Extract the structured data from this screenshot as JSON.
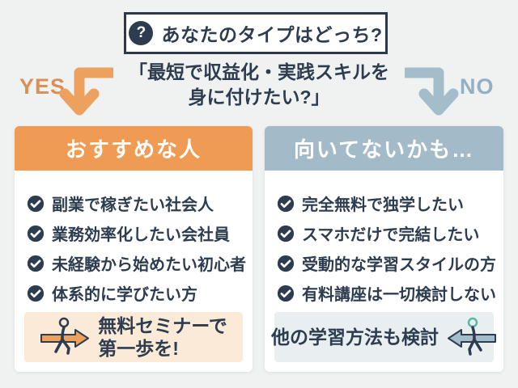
{
  "background_color": "#eff2f1",
  "accent_colors": {
    "navy_text": "#2d3c4e",
    "orange_header": "#f09b53",
    "orange_arrow": "#eca15e",
    "orange_label": "#dd8e55",
    "peach_footer_bg": "#fcead8",
    "bluegray_header": "#a3bbc9",
    "bluegray_arrow": "#a4bdca",
    "bluegray_label": "#92afc4",
    "gray_footer_bg": "#e9eef0",
    "teal_head_outline": "#58b7a8"
  },
  "title_box": {
    "icon": "question-mark-icon",
    "icon_glyph": "?",
    "text": "あなたのタイプはどっち?"
  },
  "question": {
    "line1": "「最短で収益化・実践スキルを",
    "line2": "身に付けたい?」"
  },
  "branch_yes": {
    "label": "YES",
    "arrow_icon": "elbow-arrow-down-left-icon"
  },
  "branch_no": {
    "label": "NO",
    "arrow_icon": "elbow-arrow-down-right-icon"
  },
  "cards": [
    {
      "header": "おすすめな人",
      "item_icon": "check-circle-icon",
      "items": [
        "副業で稼ぎたい社会人",
        "業務効率化したい会社員",
        "未経験から始めたい初心者",
        "体系的に学びたい方"
      ],
      "footer_line1": "無料セミナーで",
      "footer_line2": "第一歩を!",
      "footer_icon": "person-crossing-signpost-right-icon"
    },
    {
      "header": "向いてないかも…",
      "item_icon": "check-circle-icon",
      "items": [
        "完全無料で独学したい",
        "スマホだけで完結したい",
        "受動的な学習スタイルの方",
        "有料講座は一切検討しない"
      ],
      "footer_text": "他の学習方法も検討",
      "footer_icon": "person-crossing-signpost-left-icon"
    }
  ]
}
